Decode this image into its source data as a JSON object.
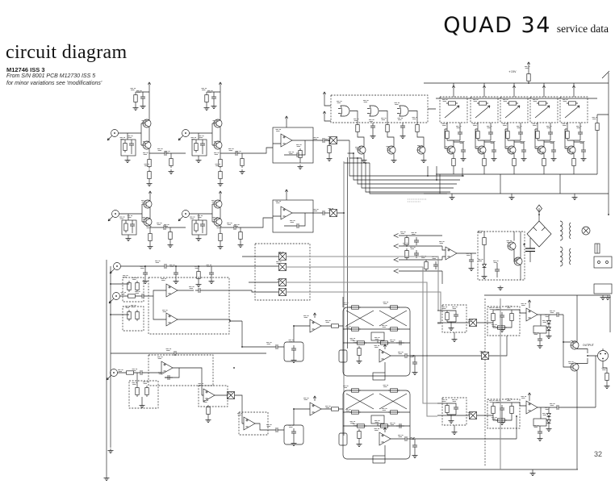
{
  "page": {
    "brand_logo": "QUAD 34",
    "brand_suffix": "service data",
    "title": "circuit diagram",
    "board_ref": "M12746 ISS 3",
    "note_line1": "From S/N 8001 PCB M12730 ISS 5",
    "note_line2": "for minor variations see 'modifications'",
    "page_number": "32"
  },
  "schematic": {
    "labels": {
      "supply_rail": "+15V",
      "output_socket": "OUTPUT"
    }
  },
  "colors": {
    "paper": "#ffffff",
    "ink": "#1b1b1b",
    "shield_line": "#8d8d8d"
  }
}
